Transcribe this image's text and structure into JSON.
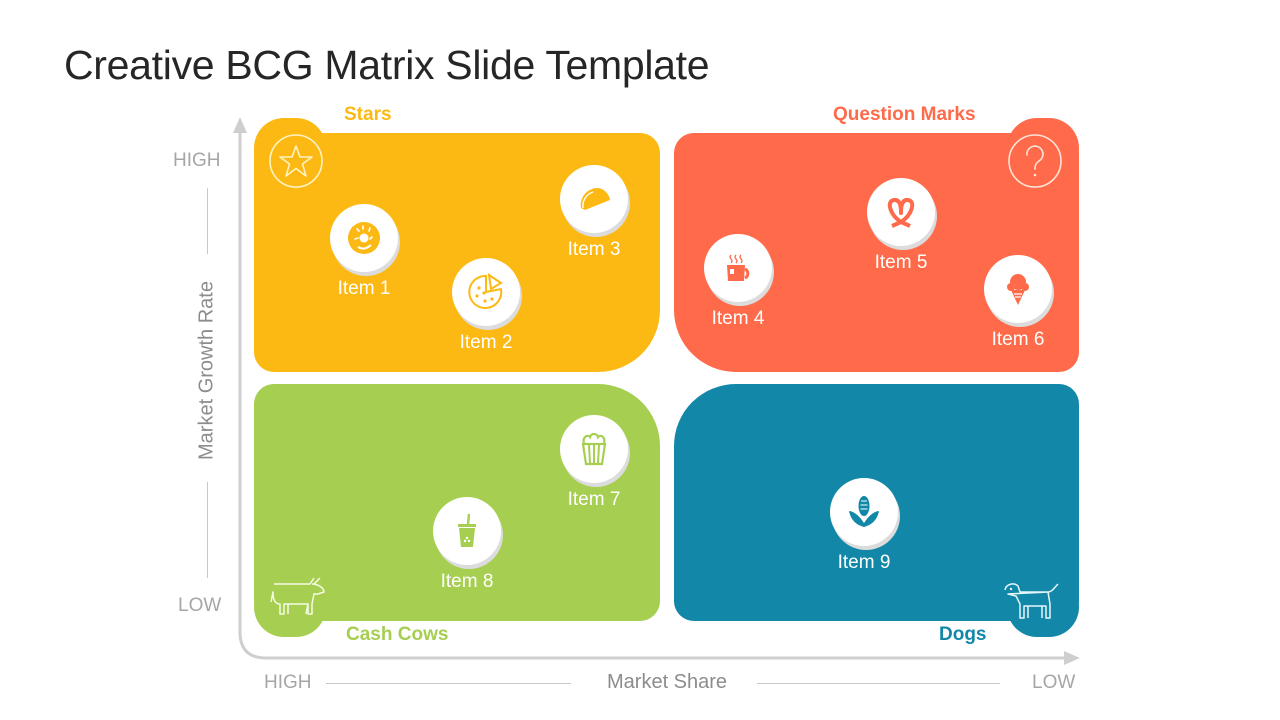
{
  "title": "Creative BCG Matrix Slide Template",
  "colors": {
    "stars": "#FDB913",
    "question_marks": "#FF6A4A",
    "cash_cows": "#A6CE51",
    "dogs": "#1287A8",
    "axis": "#c8c8c8"
  },
  "quadrants": {
    "stars": {
      "label": "Stars",
      "icon": "star-icon",
      "items": [
        {
          "label": "Item 1",
          "icon": "donut-icon"
        },
        {
          "label": "Item 2",
          "icon": "pizza-icon"
        },
        {
          "label": "Item 3",
          "icon": "taco-icon"
        }
      ]
    },
    "question_marks": {
      "label": "Question Marks",
      "icon": "question-icon",
      "items": [
        {
          "label": "Item 4",
          "icon": "coffee-cup-icon"
        },
        {
          "label": "Item 5",
          "icon": "pretzel-icon"
        },
        {
          "label": "Item 6",
          "icon": "ice-cream-icon"
        }
      ]
    },
    "cash_cows": {
      "label": "Cash Cows",
      "icon": "cow-icon",
      "items": [
        {
          "label": "Item 7",
          "icon": "popcorn-icon"
        },
        {
          "label": "Item 8",
          "icon": "bubble-tea-icon"
        }
      ]
    },
    "dogs": {
      "label": "Dogs",
      "icon": "dog-icon",
      "items": [
        {
          "label": "Item 9",
          "icon": "corn-icon"
        }
      ]
    }
  },
  "y_axis": {
    "title": "Market Growth Rate",
    "high": "HIGH",
    "low": "LOW"
  },
  "x_axis": {
    "title": "Market Share",
    "high": "HIGH",
    "low": "LOW"
  }
}
